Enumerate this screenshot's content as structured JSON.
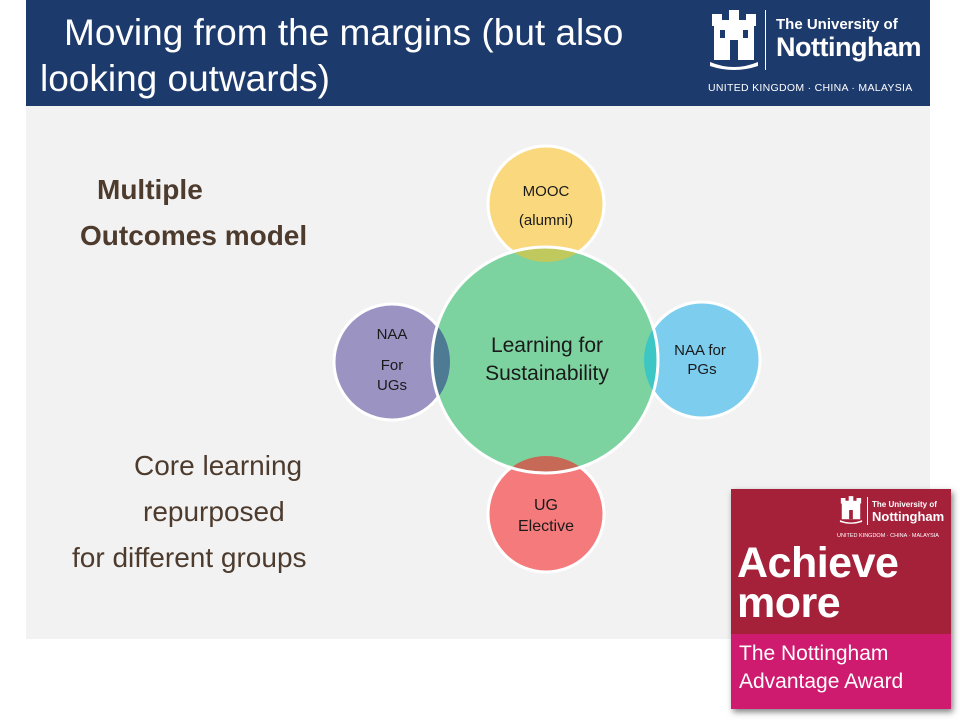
{
  "header": {
    "title": "Moving from the margins (but also looking outwards)",
    "logo": {
      "line1": "The University of",
      "line2": "Nottingham",
      "tagline": "UNITED KINGDOM · CHINA · MALAYSIA"
    }
  },
  "left_text": {
    "heading_line1": "Multiple",
    "heading_line2": "Outcomes model",
    "body_line1": "Core learning",
    "body_line2": "repurposed",
    "body_line3": "for different groups"
  },
  "diagram": {
    "center": {
      "line1": "Learning for",
      "line2": "Sustainability",
      "color": "#7dd3a0"
    },
    "satellites": {
      "top": {
        "line1": "MOOC",
        "line2": "(alumni)",
        "color": "#fad87e"
      },
      "right": {
        "line1": "NAA for",
        "line2": "PGs",
        "color": "#7dcdee"
      },
      "bottom": {
        "line1": "UG",
        "line2": "Elective",
        "color": "#f47a7c"
      },
      "left": {
        "line1": "NAA",
        "line2": "For",
        "line3": "UGs",
        "color": "#9b94c2"
      }
    }
  },
  "badge": {
    "logo_line1": "The University of",
    "logo_line2": "Nottingham",
    "logo_tagline": "UNITED KINGDOM · CHINA · MALAYSIA",
    "headline1": "Achieve",
    "headline2": "more",
    "award_line1": "The Nottingham",
    "award_line2": "Advantage Award",
    "colors": {
      "top": "#a5213a",
      "bottom": "#ce1b6f"
    }
  },
  "colors": {
    "header_bg": "#1c3a6b",
    "content_bg": "#f2f2f2",
    "text_brown": "#4d3b2e"
  }
}
